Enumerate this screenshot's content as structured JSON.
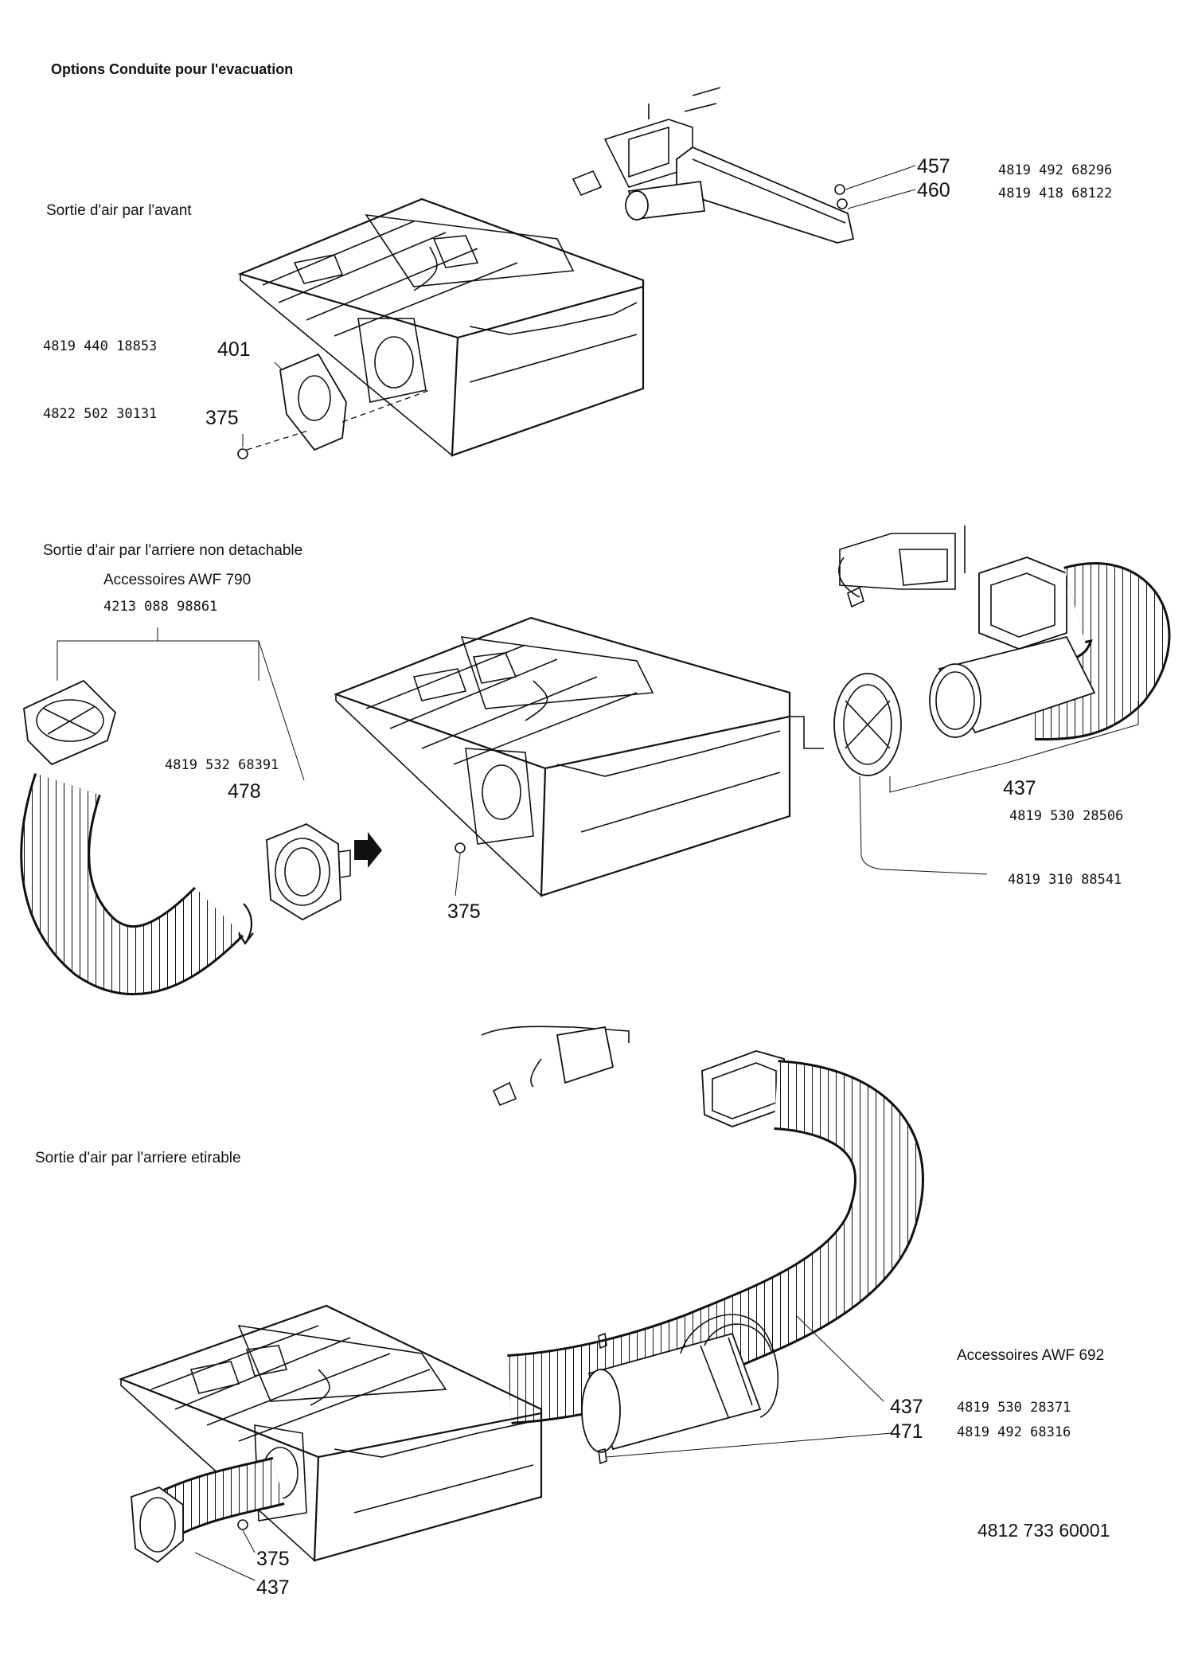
{
  "title": "Options Conduite pour l'evacuation",
  "sections": {
    "front": {
      "heading": "Sortie d'air par l'avant",
      "refs": {
        "r457": "457",
        "r460": "460",
        "r401": "401",
        "r375": "375"
      },
      "part_numbers": {
        "p457": "4819  492  68296",
        "p460": "4819  418  68122",
        "p401": "4819  440  18853",
        "p375": "4822  502  30131"
      }
    },
    "rear_fixed": {
      "heading": "Sortie d'air par l'arriere non detachable",
      "accessory_label": "Accessoires AWF 790",
      "accessory_number": "4213  088  98861",
      "refs": {
        "r478": "478",
        "r375": "375",
        "r437": "437"
      },
      "part_numbers": {
        "p478": "4819  532  68391",
        "p437": "4819  530  28506",
        "p_flange": "4819  310  88541"
      }
    },
    "rear_stretch": {
      "heading": "Sortie d'air par l'arriere etirable",
      "accessory_label": "Accessoires AWF 692",
      "refs": {
        "r437a": "437",
        "r471": "471",
        "r375": "375",
        "r437b": "437"
      },
      "part_numbers": {
        "p437": "4819  530  28371",
        "p471": "4819  492  68316"
      }
    }
  },
  "document_number": "4812  733  60001"
}
